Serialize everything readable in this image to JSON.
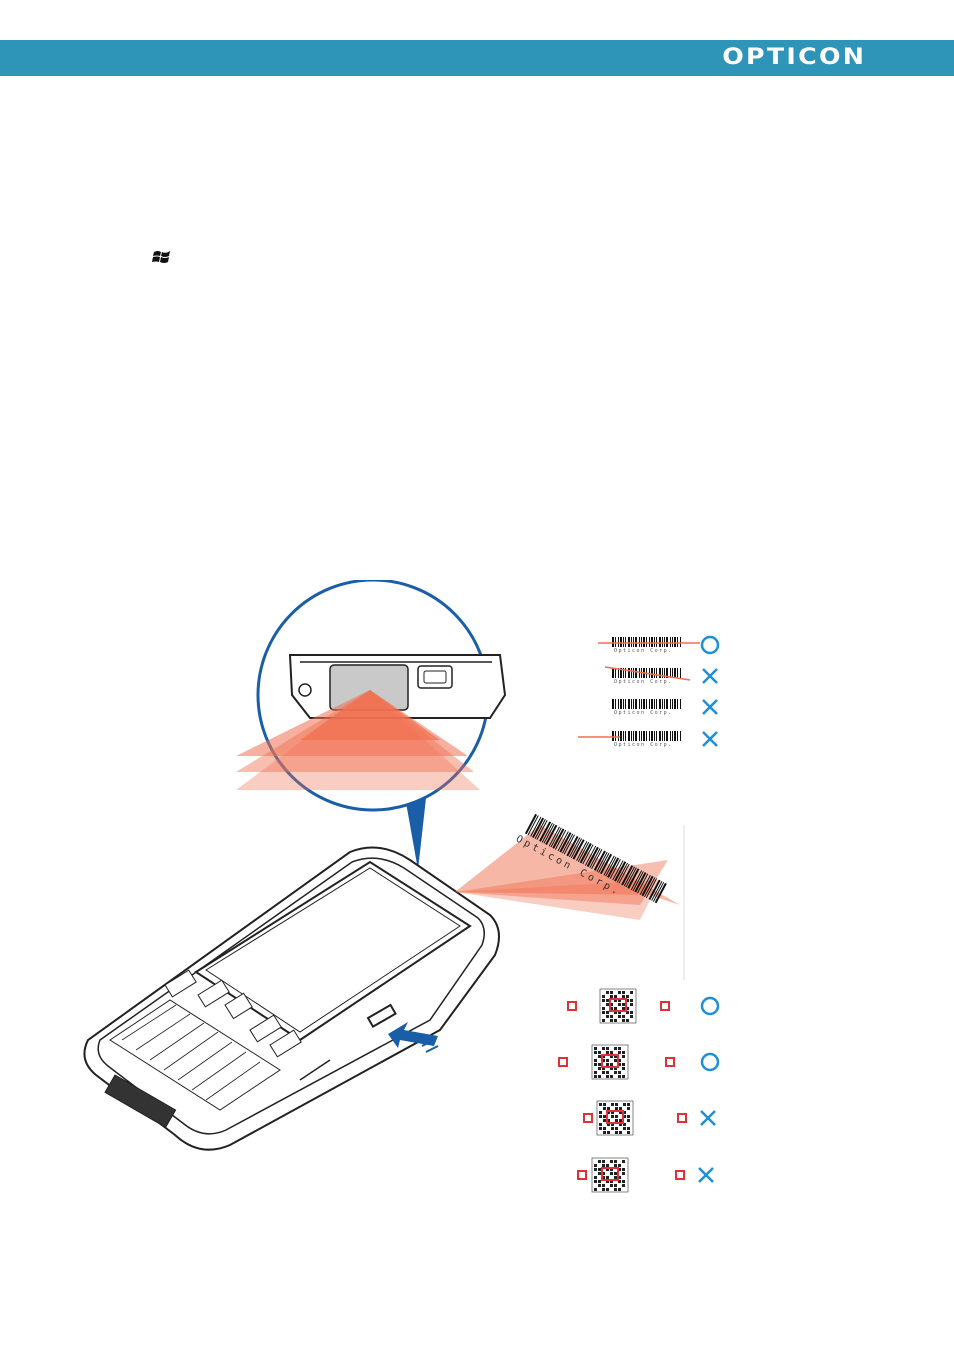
{
  "header": {
    "brand": "OPTICON",
    "background_color": "#2e95b8"
  },
  "icons": {
    "start": "windows-start-icon"
  },
  "illustration": {
    "barcode_text": "Opticon Corp.",
    "ok_mark": "O",
    "ng_mark": "X",
    "colors": {
      "beam": "#f07050",
      "device_outline": "#222222",
      "callout": "#1b5ea8",
      "mark": "#1f8fd6",
      "aim_box": "#e0303a"
    },
    "linear_examples": [
      {
        "result": "O"
      },
      {
        "result": "X"
      },
      {
        "result": "X"
      },
      {
        "result": "X"
      }
    ],
    "twod_examples": [
      {
        "result": "O"
      },
      {
        "result": "O"
      },
      {
        "result": "X"
      },
      {
        "result": "X"
      }
    ]
  }
}
